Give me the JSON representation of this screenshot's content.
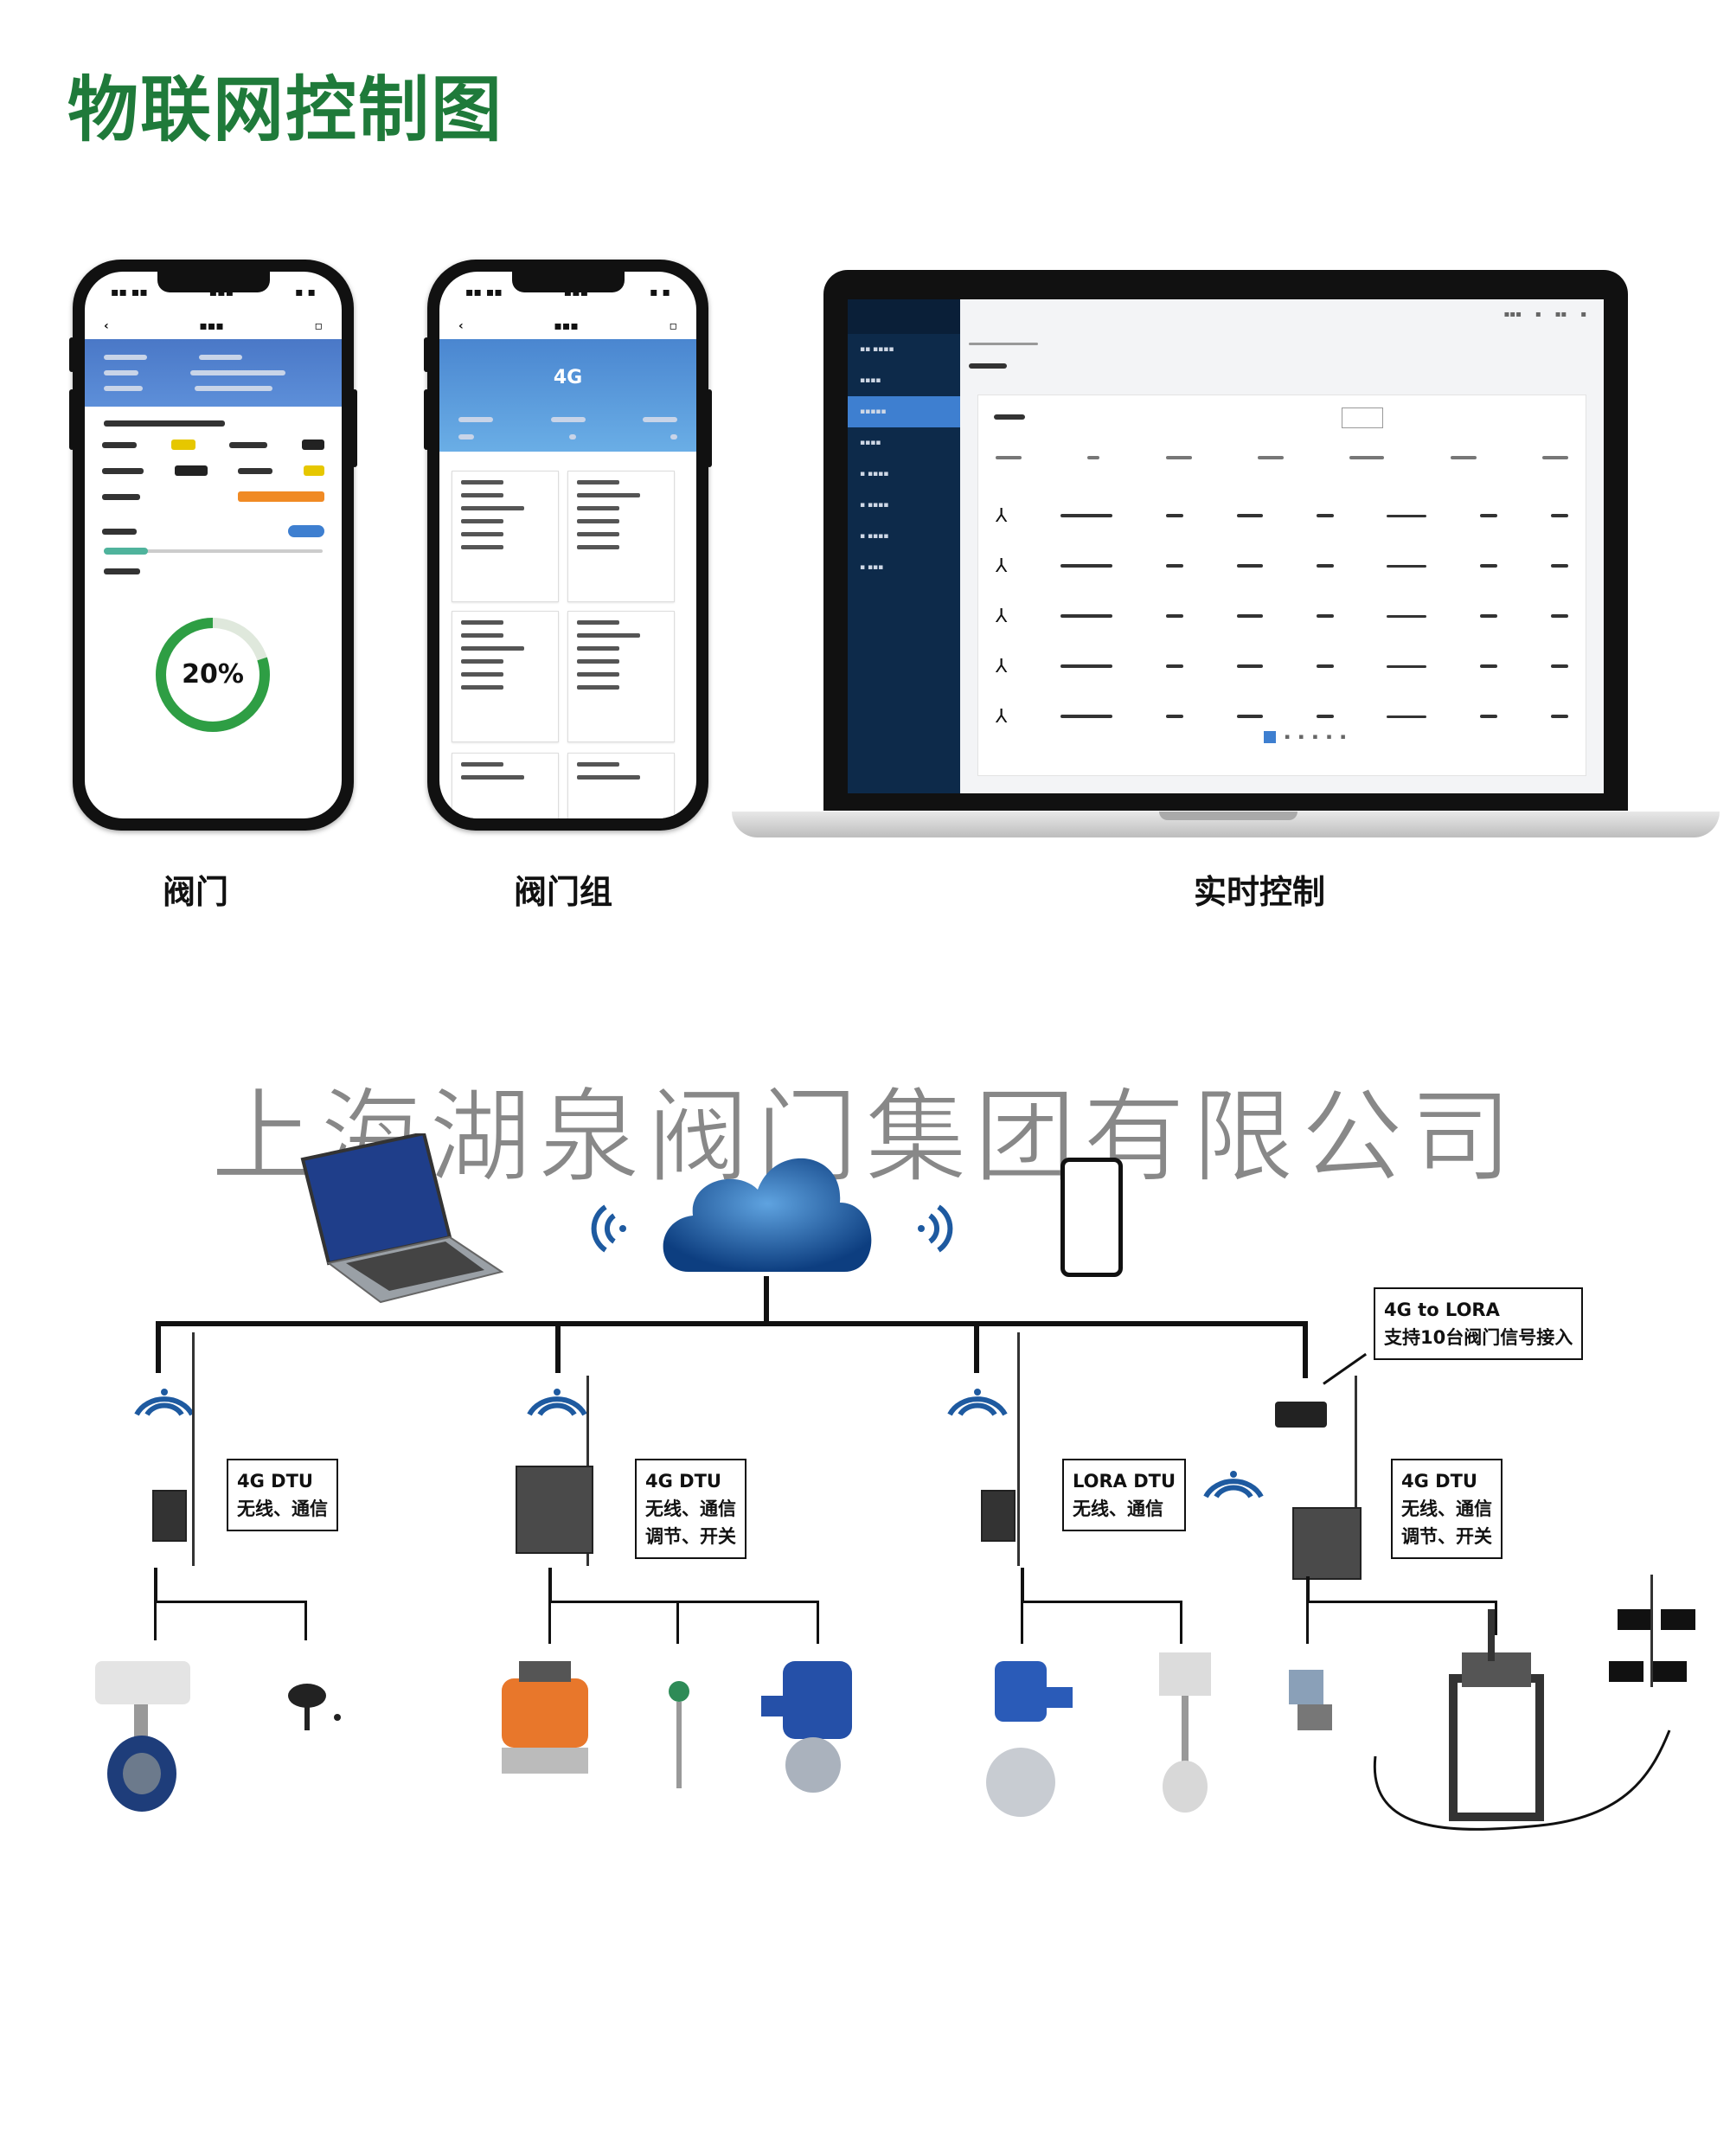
{
  "title": "物联网控制图",
  "captions": {
    "valve": "阀门",
    "valve_group": "阀门组",
    "realtime": "实时控制"
  },
  "phone1": {
    "gauge_value": "20%",
    "progress_percent": 20
  },
  "phone2": {
    "header_badge": "4G"
  },
  "company_name": "上海湖泉阀门集团有限公司",
  "labels": {
    "gateway": [
      "4G to LORA",
      "支持10台阀门信号接入"
    ],
    "dtu1": [
      "4G DTU",
      "无线、通信"
    ],
    "dtu2": [
      "4G DTU",
      "无线、通信",
      "调节、开关"
    ],
    "lora": [
      "LORA DTU",
      "无线、通信"
    ],
    "dtu4": [
      "4G DTU",
      "无线、通信",
      "调节、开关"
    ]
  },
  "colors": {
    "title_green": "#1f7a3a",
    "phone_blue": "#4a78c7",
    "laptop_sidebar": "#0d2a4a",
    "active_blue": "#3e7fd0",
    "gauge_green": "#2e9e44",
    "cloud_blue": "#1e5aa0"
  }
}
